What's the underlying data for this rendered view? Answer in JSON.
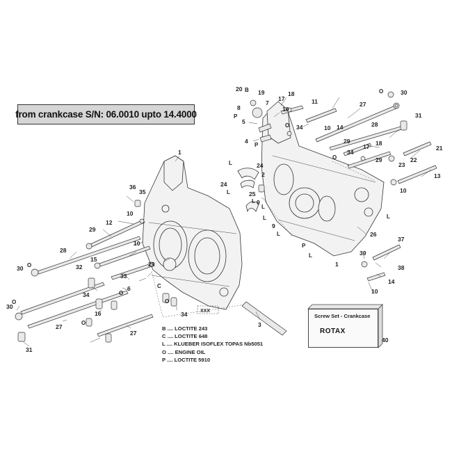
{
  "banner": "from crankcase S/N: 06.0010 upto 14.4000",
  "legend": [
    "B .... LOCTITE 243",
    "C .... LOCTITE 648",
    "L .... KLUEBER ISOFLEX TOPAS Nb5051",
    "O .... ENGINE OIL",
    "P .... LOCTITE 5910"
  ],
  "stamp": "XXX",
  "screw_set": {
    "title": "Screw Set - Crankcase",
    "logo": "ROTAX",
    "number": "40"
  },
  "callouts": {
    "n1a": "1",
    "n1b": "1",
    "n2": "2",
    "n3": "3",
    "n4": "4",
    "n5": "5",
    "n6": "6",
    "n7": "7",
    "n8": "8",
    "n9a": "9",
    "n9b": "9",
    "n10a": "10",
    "n10b": "10",
    "n10c": "10",
    "n10d": "10",
    "n10e": "10",
    "n10f": "10",
    "n11": "11",
    "n12": "12",
    "n13": "13",
    "n14a": "14",
    "n14b": "14",
    "n15": "15",
    "n16": "16",
    "n17a": "17",
    "n17b": "17",
    "n18a": "18",
    "n18b": "18",
    "n19": "19",
    "n20": "20",
    "n21": "21",
    "n22": "22",
    "n23": "23",
    "n24a": "24",
    "n24b": "24",
    "n25": "25",
    "n26": "26",
    "n27a": "27",
    "n27b": "27",
    "n27c": "27",
    "n28a": "28",
    "n28b": "28",
    "n29a": "29",
    "n29b": "29",
    "n29c": "29",
    "n29d": "29",
    "n30a": "30",
    "n30b": "30",
    "n30c": "30",
    "n31a": "31",
    "n31b": "31",
    "n32": "32",
    "n33": "33",
    "n34a": "34",
    "n34b": "34",
    "n34c": "34",
    "n34d": "34",
    "n35": "35",
    "n36": "36",
    "n37": "37",
    "n38": "38",
    "n39": "39"
  },
  "marks": {
    "B": "B",
    "C": "C",
    "L": "L",
    "O": "O",
    "P": "P"
  }
}
